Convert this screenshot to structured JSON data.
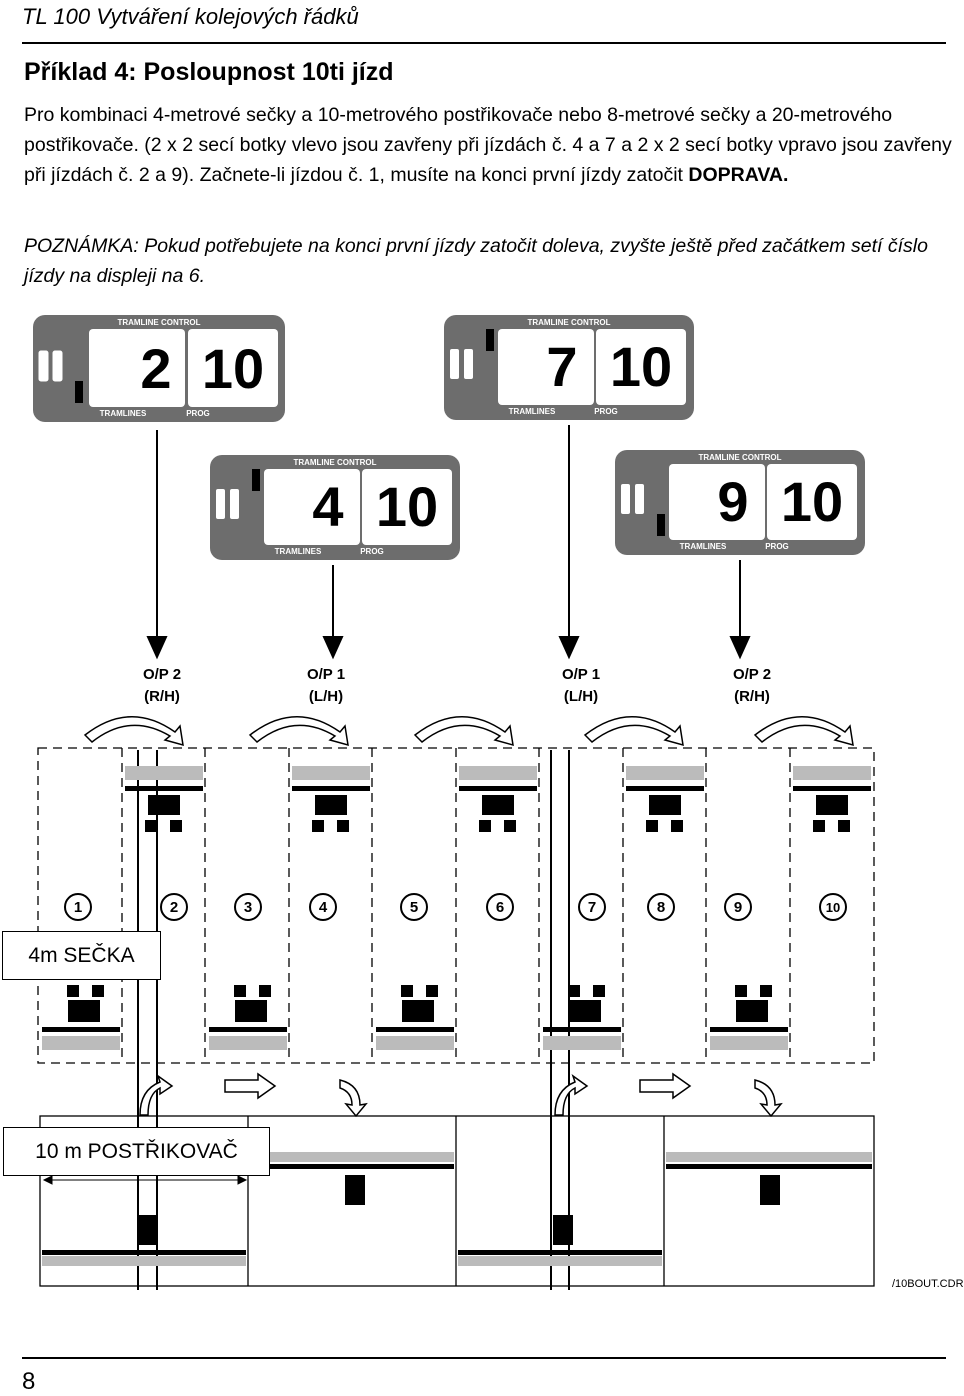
{
  "header": {
    "title": "TL 100 Vytváření kolejových řádků"
  },
  "section": {
    "title": "Příklad 4: Posloupnost 10ti jízd",
    "paragraph_main": "Pro kombinaci 4-metrové sečky a 10-metrového postřikovače nebo 8-metrové sečky a 20-metrového postřikovače. (2 x 2 secí botky vlevo jsou zavřeny při jízdách č. 4 a 7 a 2 x 2 secí botky vpravo jsou zavřeny při jízdách č. 2 a 9). Začnete-li jízdou č. 1, musíte na konci první jízdy zatočit ",
    "paragraph_emphasis": "DOPRAVA.",
    "note": "POZNÁMKA: Pokud potřebujete na konci první jízdy zatočit doleva, zvyšte ještě před začátkem setí číslo jízdy na displeji na 6."
  },
  "displays": [
    {
      "header": "TRAMLINE CONTROL",
      "tramlines_label": "TRAMLINES",
      "prog_label": "PROG",
      "tramline_value": "2",
      "prog_value": "10"
    },
    {
      "header": "TRAMLINE CONTROL",
      "tramlines_label": "TRAMLINES",
      "prog_label": "PROG",
      "tramline_value": "7",
      "prog_value": "10"
    },
    {
      "header": "TRAMLINE CONTROL",
      "tramlines_label": "TRAMLINES",
      "prog_label": "PROG",
      "tramline_value": "4",
      "prog_value": "10"
    },
    {
      "header": "TRAMLINE CONTROL",
      "tramlines_label": "TRAMLINES",
      "prog_label": "PROG",
      "tramline_value": "9",
      "prog_value": "10"
    }
  ],
  "outputs": [
    {
      "line1": "O/P 2",
      "line2": "(R/H)"
    },
    {
      "line1": "O/P 1",
      "line2": "(L/H)"
    },
    {
      "line1": "O/P 1",
      "line2": "(L/H)"
    },
    {
      "line1": "O/P 2",
      "line2": "(R/H)"
    }
  ],
  "passes": [
    "1",
    "2",
    "3",
    "4",
    "5",
    "6",
    "7",
    "8",
    "9",
    "10"
  ],
  "labels": {
    "drill": "4m SEČKA",
    "sprayer": "10 m POSTŘIKOVAČ",
    "file_ref": "/10BOUT.CDR"
  },
  "footer": {
    "page_number": "8"
  },
  "colors": {
    "panel": "#6d6d6d",
    "panel_dark": "#555555",
    "screen": "#ffffff"
  }
}
